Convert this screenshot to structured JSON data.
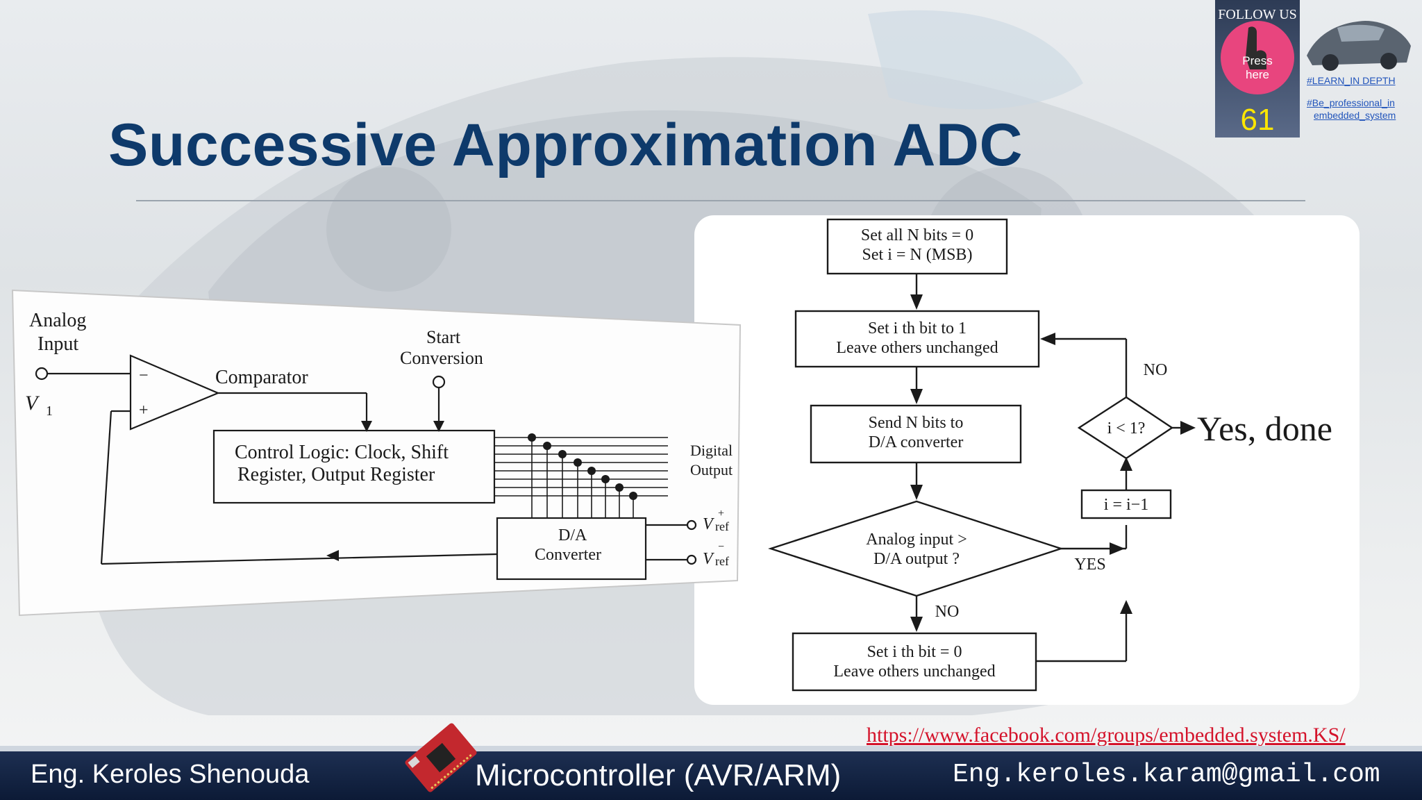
{
  "slide": {
    "title": "Successive Approximation ADC"
  },
  "follow_badge": {
    "label": "FOLLOW US",
    "press_line1": "Press",
    "press_line2": "here",
    "count": "61",
    "tag1": "#LEARN_IN DEPTH",
    "tag2_line1": "#Be_professional_in",
    "tag2_line2": "embedded_system"
  },
  "block_diagram": {
    "analog_input_line1": "Analog",
    "analog_input_line2": "Input",
    "v1": "V",
    "v1_sub": "1",
    "minus": "−",
    "plus": "+",
    "comparator": "Comparator",
    "start_line1": "Start",
    "start_line2": "Conversion",
    "control_line1": "Control Logic: Clock, Shift",
    "control_line2": "Register, Output Register",
    "digital_line1": "Digital",
    "digital_line2": "Output",
    "dac_line1": "D/A",
    "dac_line2": "Converter",
    "vref": "V",
    "vref_sub": "ref",
    "vref_plus": "+",
    "vref_minus": "−"
  },
  "flowchart": {
    "step1_line1": "Set all N bits = 0",
    "step1_line2": "Set i = N (MSB)",
    "step2_line1": "Set i th bit to 1",
    "step2_line2": "Leave others unchanged",
    "step3_line1": "Send N bits to",
    "step3_line2": "D/A converter",
    "decision1_line1": "Analog input >",
    "decision1_line2": "D/A output ?",
    "yes_label": "YES",
    "no_label_bottom": "NO",
    "step4_line1": "Set i th bit = 0",
    "step4_line2": "Leave others unchanged",
    "decrement": "i = i−1",
    "decision2": "i < 1?",
    "no_label_top": "NO",
    "done": "Yes, done"
  },
  "footer": {
    "author": "Eng. Keroles Shenouda",
    "course": "Microcontroller (AVR/ARM)",
    "email": "Eng.keroles.karam@gmail.com",
    "facebook": "https://www.facebook.com/groups/embedded.system.KS/"
  },
  "colors": {
    "title": "#0e3a6b",
    "footer_bg": "#14264a",
    "badge_pink": "#e8457e",
    "badge_count": "#ffe600",
    "link_red": "#d4132b"
  }
}
